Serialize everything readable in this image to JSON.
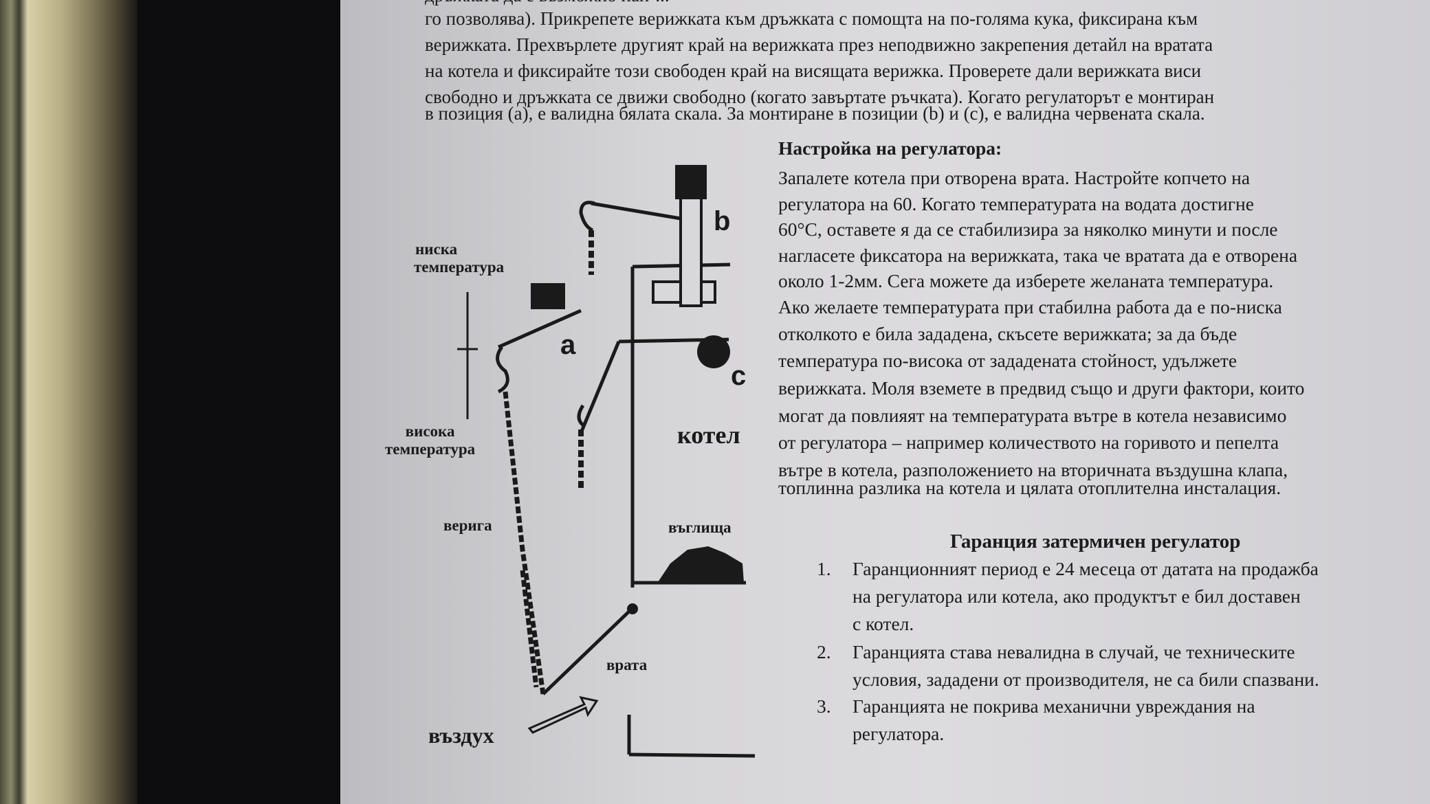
{
  "top_paragraph": [
    "дръжката да е възможно най-...",
    "го позволява). Прикрепете верижката към дръжката с помощта на по-голяма кука, фиксирана към",
    "верижката. Прехвърлете другият край на верижката през неподвижно закрепения детайл на вратата",
    "на котела и фиксирайте този свободен край на висящата верижка. Проверете дали верижката виси",
    "свободно и дръжката се движи свободно (когато завъртате ръчката). Когато регулаторът е монтиран",
    "в позиция (а), е валидна бялата скала. За монтиране в позиции (b) и (c), е валидна червената скала."
  ],
  "diagram": {
    "low_temp": [
      "ниска",
      "температура"
    ],
    "high_temp": [
      "висока",
      "температура"
    ],
    "chain": "верига",
    "door": "врата",
    "air": "въздух",
    "boiler": "котел",
    "coal": "въглища",
    "pos_a": "a",
    "pos_b": "b",
    "pos_c": "c"
  },
  "setup": {
    "heading": "Настройка на регулатора:",
    "lines": [
      "Запалете котела при отворена врата. Настройте копчето на",
      "регулатора на 60. Когато температурата на водата достигне",
      "60°C, оставете я да се стабилизира за няколко минути и после",
      "нагласете фиксатора на верижката, така че вратата да е отворена",
      "около 1-2мм. Сега можете да изберете желаната температура.",
      "Ако желаете температурата при стабилна работа да е по-ниска",
      "отколкото е била зададена, скъсете верижката; за да бъде",
      "температура по-висока от зададената стойност, удължете",
      "верижката. Моля вземете в предвид също и други фактори, които",
      "могат да повлияят на температурата вътре в котела независимо",
      "от регулатора – например количеството на горивото и пепелта",
      "вътре в котела, разположението на вторичната въздушна клапа,",
      "топлинна разлика на котела и цялата отоплителна инсталация."
    ]
  },
  "warranty": {
    "heading": "Гаранция затермичен регулатор",
    "items": [
      {
        "num": "1.",
        "lines": [
          "Гаранционният период е 24 месеца от датата на продажба",
          "на регулатора или котела, ако продуктът е бил доставен",
          "с котел."
        ]
      },
      {
        "num": "2.",
        "lines": [
          "Гаранцията става невалидна в случай, че техническите",
          "условия, зададени от производителя, не са били спазвани."
        ]
      },
      {
        "num": "3.",
        "lines": [
          "Гаранцията не покрива механични увреждания на",
          "регулатора."
        ]
      }
    ]
  }
}
